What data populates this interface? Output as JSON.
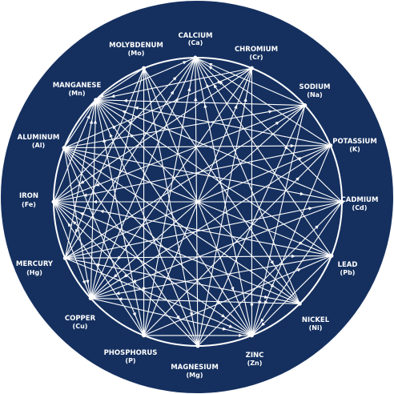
{
  "diagram": {
    "background": "#15305f",
    "line_color": "#ffffff",
    "elements": [
      {
        "id": "calcium",
        "name": "CALCIUM",
        "symbol": "(Ca)"
      },
      {
        "id": "chromium",
        "name": "CHROMIUM",
        "symbol": "(Cr)"
      },
      {
        "id": "sodium",
        "name": "SODIUM",
        "symbol": "(Na)"
      },
      {
        "id": "potassium",
        "name": "POTASSIUM",
        "symbol": "(K)"
      },
      {
        "id": "cadmium",
        "name": "CADMIUM",
        "symbol": "(Cd)"
      },
      {
        "id": "lead",
        "name": "LEAD",
        "symbol": "(Pb)"
      },
      {
        "id": "nickel",
        "name": "NICKEL",
        "symbol": "(Ni)"
      },
      {
        "id": "zinc",
        "name": "ZINC",
        "symbol": "(Zn)"
      },
      {
        "id": "magnesium",
        "name": "MAGNESIUM",
        "symbol": "(Mg)"
      },
      {
        "id": "phosphorus",
        "name": "PHOSPHORUS",
        "symbol": "(P)"
      },
      {
        "id": "copper",
        "name": "COPPER",
        "symbol": "(Cu)"
      },
      {
        "id": "mercury",
        "name": "MERCURY",
        "symbol": "(Hg)"
      },
      {
        "id": "iron",
        "name": "IRON",
        "symbol": "(Fe)"
      },
      {
        "id": "aluminum",
        "name": "ALUMINUM",
        "symbol": "(Al)"
      },
      {
        "id": "manganese",
        "name": "MANGANESE",
        "symbol": "(Mn)"
      },
      {
        "id": "molybdenum",
        "name": "MOLYBDENUM",
        "symbol": "(Mo)"
      }
    ],
    "connections": [
      [
        "calcium",
        "manganese"
      ],
      [
        "calcium",
        "iron"
      ],
      [
        "calcium",
        "copper"
      ],
      [
        "calcium",
        "phosphorus"
      ],
      [
        "calcium",
        "magnesium"
      ],
      [
        "calcium",
        "zinc"
      ],
      [
        "calcium",
        "nickel"
      ],
      [
        "calcium",
        "lead"
      ],
      [
        "calcium",
        "cadmium"
      ],
      [
        "calcium",
        "potassium"
      ],
      [
        "calcium",
        "sodium"
      ],
      [
        "calcium",
        "mercury"
      ],
      [
        "manganese",
        "chromium"
      ],
      [
        "manganese",
        "sodium"
      ],
      [
        "manganese",
        "potassium"
      ],
      [
        "manganese",
        "cadmium"
      ],
      [
        "manganese",
        "lead"
      ],
      [
        "manganese",
        "nickel"
      ],
      [
        "manganese",
        "zinc"
      ],
      [
        "manganese",
        "magnesium"
      ],
      [
        "manganese",
        "phosphorus"
      ],
      [
        "manganese",
        "copper"
      ],
      [
        "manganese",
        "mercury"
      ],
      [
        "manganese",
        "iron"
      ],
      [
        "manganese",
        "aluminum"
      ],
      [
        "manganese",
        "molybdenum"
      ],
      [
        "zinc",
        "molybdenum"
      ],
      [
        "zinc",
        "chromium"
      ],
      [
        "zinc",
        "sodium"
      ],
      [
        "zinc",
        "potassium"
      ],
      [
        "zinc",
        "cadmium"
      ],
      [
        "zinc",
        "lead"
      ],
      [
        "zinc",
        "copper"
      ],
      [
        "zinc",
        "mercury"
      ],
      [
        "zinc",
        "iron"
      ],
      [
        "zinc",
        "aluminum"
      ],
      [
        "zinc",
        "phosphorus"
      ],
      [
        "copper",
        "molybdenum"
      ],
      [
        "copper",
        "chromium"
      ],
      [
        "copper",
        "sodium"
      ],
      [
        "copper",
        "potassium"
      ],
      [
        "copper",
        "cadmium"
      ],
      [
        "copper",
        "lead"
      ],
      [
        "copper",
        "nickel"
      ],
      [
        "copper",
        "iron"
      ],
      [
        "copper",
        "aluminum"
      ],
      [
        "iron",
        "chromium"
      ],
      [
        "iron",
        "sodium"
      ],
      [
        "iron",
        "potassium"
      ],
      [
        "iron",
        "cadmium"
      ],
      [
        "iron",
        "lead"
      ],
      [
        "iron",
        "nickel"
      ],
      [
        "iron",
        "magnesium"
      ],
      [
        "iron",
        "phosphorus"
      ],
      [
        "chromium",
        "magnesium"
      ],
      [
        "chromium",
        "phosphorus"
      ],
      [
        "chromium",
        "aluminum"
      ],
      [
        "sodium",
        "mercury"
      ],
      [
        "sodium",
        "aluminum"
      ],
      [
        "sodium",
        "magnesium"
      ],
      [
        "potassium",
        "mercury"
      ],
      [
        "potassium",
        "aluminum"
      ],
      [
        "potassium",
        "phosphorus"
      ],
      [
        "cadmium",
        "mercury"
      ],
      [
        "cadmium",
        "aluminum"
      ],
      [
        "cadmium",
        "magnesium"
      ],
      [
        "lead",
        "aluminum"
      ],
      [
        "lead",
        "mercury"
      ],
      [
        "lead",
        "phosphorus"
      ],
      [
        "nickel",
        "aluminum"
      ],
      [
        "nickel",
        "mercury"
      ],
      [
        "nickel",
        "molybdenum"
      ],
      [
        "magnesium",
        "molybdenum"
      ],
      [
        "magnesium",
        "aluminum"
      ],
      [
        "phosphorus",
        "molybdenum"
      ],
      [
        "phosphorus",
        "aluminum"
      ],
      [
        "mercury",
        "molybdenum"
      ]
    ]
  }
}
